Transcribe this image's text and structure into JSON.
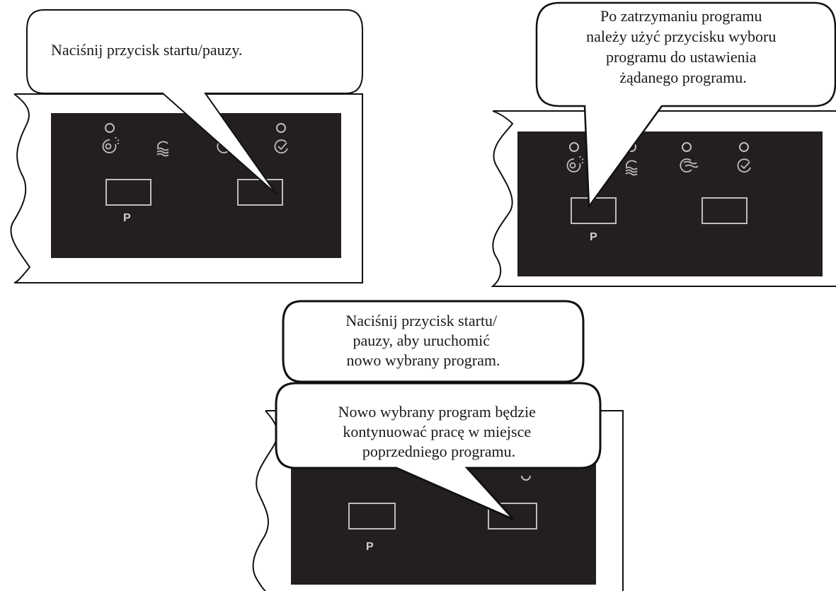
{
  "panels": [
    {
      "id": "step-1",
      "callouts": [
        {
          "lines": [
            "Naciśnij przycisk startu/pauzy."
          ]
        }
      ],
      "program_button_label": "P",
      "indicators": [
        "prewash-icon",
        "wash-icon",
        "rinse-icon",
        "end-icon"
      ]
    },
    {
      "id": "step-2",
      "callouts": [
        {
          "lines": [
            "Po zatrzymaniu programu",
            "należy użyć przycisku wyboru",
            "programu do ustawienia",
            "żądanego programu."
          ]
        }
      ],
      "program_button_label": "P",
      "indicators": [
        "prewash-icon",
        "wash-icon",
        "rinse-icon",
        "end-icon"
      ]
    },
    {
      "id": "step-3",
      "callouts": [
        {
          "lines": [
            "Naciśnij przycisk startu/",
            "pauzy, aby uruchomić",
            "nowo wybrany program."
          ]
        },
        {
          "lines": [
            "Nowo wybrany program będzie",
            "kontynuować pracę w miejsce",
            "poprzedniego programu."
          ]
        }
      ],
      "program_button_label": "P"
    }
  ],
  "colors": {
    "panel": "#231f20",
    "outline": "#111111",
    "control": "#bdbdbd",
    "bubble_fill": "#ffffff"
  }
}
